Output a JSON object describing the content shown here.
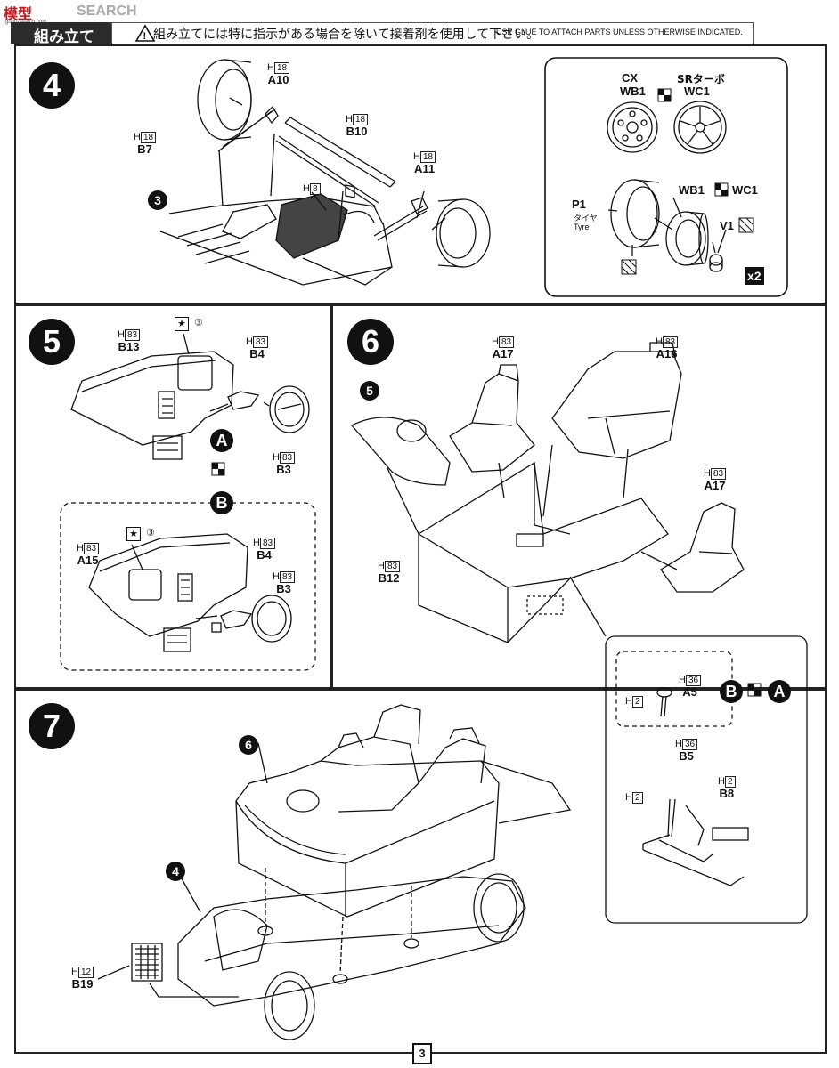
{
  "watermark": {
    "logo": "模型",
    "brand": "SEARCH",
    "url": "gogo-search.com"
  },
  "header": {
    "title": "組み立て",
    "instruction_jp": "組み立てには特に指示がある場合を除いて接着剤を使用して下さい。",
    "instruction_en": "USE GLUE TO ATTACH PARTS UNLESS OTHERWISE INDICATED."
  },
  "steps": {
    "s4": {
      "number": "4",
      "subassembly": "3",
      "parts": [
        {
          "h": "18",
          "id": "A10"
        },
        {
          "h": "18",
          "id": "B7"
        },
        {
          "h": "18",
          "id": "B10"
        },
        {
          "h": "8",
          "id": ""
        },
        {
          "h": "18",
          "id": "A11"
        }
      ],
      "wheel_box": {
        "cx_label": "CX",
        "cx_part": "WB1",
        "sr_label": "SRターボ",
        "sr_part": "WC1",
        "tyre_part": "P1",
        "tyre_jp": "タイヤ",
        "tyre_en": "Tyre",
        "wheel_parts": "WB1",
        "wheel_parts_alt": "WC1",
        "cap_part": "V1",
        "qty": "x2"
      }
    },
    "s5": {
      "number": "5",
      "group_a": {
        "letter": "A",
        "parts": [
          {
            "h": "83",
            "id": "B13"
          },
          {
            "h": "83",
            "id": "B4"
          },
          {
            "h": "83",
            "id": "B3"
          }
        ],
        "decal": "③"
      },
      "group_b": {
        "letter": "B",
        "parts": [
          {
            "h": "83",
            "id": "A15"
          },
          {
            "h": "83",
            "id": "B4"
          },
          {
            "h": "83",
            "id": "B3"
          }
        ],
        "decal": "③"
      }
    },
    "s6": {
      "number": "6",
      "subassembly": "5",
      "parts": [
        {
          "h": "83",
          "id": "A17"
        },
        {
          "h": "83",
          "id": "A16"
        },
        {
          "h": "83",
          "id": "A17b"
        },
        {
          "h": "83",
          "id": "B12"
        }
      ],
      "detail": {
        "a5": {
          "h": "36",
          "id": "A5"
        },
        "a5_h2": "2",
        "b5": {
          "h": "36",
          "id": "B5"
        },
        "b5_h2": "2",
        "b8": {
          "h": "2",
          "id": "B8"
        },
        "letter_b": "B",
        "letter_a": "A"
      }
    },
    "s7": {
      "number": "7",
      "sub6": "6",
      "sub4": "4",
      "part": {
        "h": "12",
        "id": "B19"
      }
    }
  },
  "page_number": "3",
  "colors": {
    "ink": "#111111",
    "panel_border": "#222222",
    "header_bar": "#2b2b2b",
    "watermark_red": "#c6171e"
  }
}
